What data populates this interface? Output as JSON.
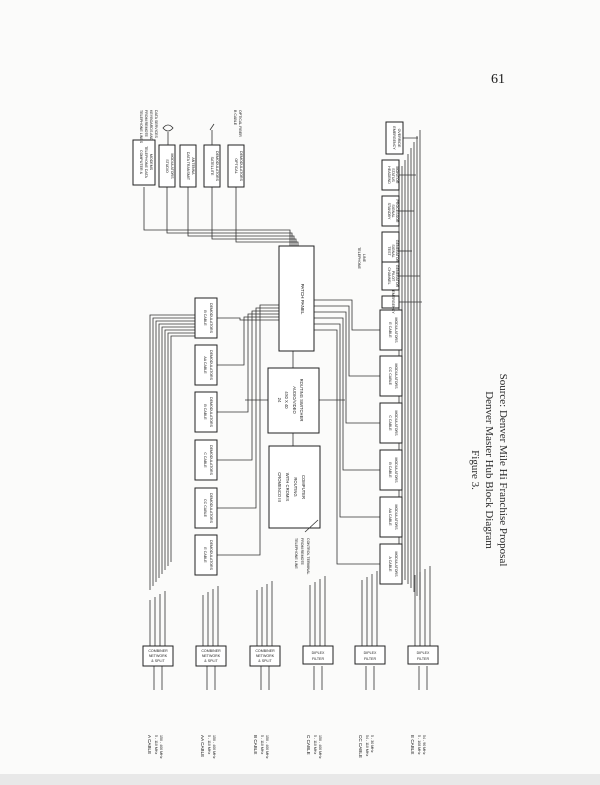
{
  "page_number": "61",
  "caption": {
    "line1": "Figure 3.",
    "line2": "Denver Master Hub Block Diagram",
    "line3": "Source: Denver Mile Hi Franchise Proposal"
  },
  "patch_panel": "PATCH PANEL",
  "routing_switcher": [
    "24",
    "4X0 X 40",
    "AUDIO/VIDEO",
    "ROUTING SWITCHER"
  ],
  "computer": [
    "CROMENCO III",
    "WITH CROMIX",
    "ROUTING",
    "COMPUTER"
  ],
  "remote_terminal": [
    "TELEPHONE LINE",
    "FROM REMOTE",
    "CONTROL TERMINAL"
  ],
  "top_inputs": [
    {
      "text": [
        "COMPUTER &",
        "TELEPHONE DATA",
        "MODEMS"
      ]
    },
    {
      "text": [
        "STUDIO",
        "MODULATORS"
      ]
    },
    {
      "text": [
        "DATA TRANSMIT",
        "ANTENNA"
      ]
    },
    {
      "text": [
        "SATELLITE",
        "DEMODULATORS"
      ]
    },
    {
      "text": [
        "OPTICAL",
        "DEMODULATORS"
      ]
    }
  ],
  "top_labels": [
    {
      "text": [
        "TELEPHONE LINES",
        "FROM REMOTE",
        "KEYBOARDS AND",
        "DATA SERVICES"
      ]
    },
    {
      "text": [
        "B CABLE",
        "OPTICAL FIBER"
      ]
    }
  ],
  "demodulators": [
    {
      "text": [
        "B CABLE",
        "DEMODULATORS"
      ]
    },
    {
      "text": [
        "AA CABLE",
        "DEMODULATORS"
      ]
    },
    {
      "text": [
        "B CABLE",
        "DEMODULATORS"
      ]
    },
    {
      "text": [
        "C CABLE",
        "DEMODULATORS"
      ]
    },
    {
      "text": [
        "CC CABLE",
        "DEMODULATORS"
      ]
    },
    {
      "text": [
        "E CABLE",
        "DEMODULATORS"
      ]
    }
  ],
  "modulators": [
    {
      "text": [
        "E CABLE",
        "MODULATORS"
      ]
    },
    {
      "text": [
        "CC CABLE",
        "MODULATORS"
      ]
    },
    {
      "text": [
        "C CABLE",
        "MODULATORS"
      ]
    },
    {
      "text": [
        "B CABLE",
        "MODULATORS"
      ]
    },
    {
      "text": [
        "AA CABLE",
        "MODULATORS"
      ]
    },
    {
      "text": [
        "A CABLE",
        "MODULATORS"
      ]
    }
  ],
  "right_column": [
    {
      "text": [
        "TEST",
        "SIGNAL",
        "GENERATOR"
      ]
    },
    {
      "text": [
        "STANDBY",
        "SIGNAL",
        "PROCESSOR"
      ]
    },
    {
      "text": [
        "HEADEND",
        "STATUS",
        "MONITOR"
      ]
    },
    {
      "text": [
        "EMERGENCY",
        "OVERRIDE"
      ]
    },
    {
      "text": [
        "CHANNEL",
        "PILOT",
        "GENERATOR"
      ]
    },
    {
      "text": [
        "EMERGENCY",
        "ALERT",
        "SYSTEM"
      ]
    }
  ],
  "telephone_label": [
    "TELEPHONE",
    "LINE"
  ],
  "combiners": [
    {
      "text": [
        "COMBINER",
        "NETWORK",
        "& SPLIT"
      ]
    },
    {
      "text": [
        "COMBINER",
        "NETWORK",
        "& SPLIT"
      ]
    },
    {
      "text": [
        "COMBINER",
        "NETWORK",
        "& SPLIT"
      ]
    },
    {
      "text": [
        "DIPLEX",
        "FILTER"
      ]
    },
    {
      "text": [
        "DIPLEX",
        "FILTER"
      ]
    },
    {
      "text": [
        "DIPLEX",
        "FILTER"
      ]
    }
  ],
  "cables": [
    {
      "name": "A CABLE",
      "f1": "5 - 110 MHz",
      "f2": "150 - 400 MHz"
    },
    {
      "name": "AA CABLE",
      "f1": "5 - 110 MHz",
      "f2": "150 - 400 MHz"
    },
    {
      "name": "B CABLE",
      "f1": "5 - 110 MHz",
      "f2": "150 - 400 MHz"
    },
    {
      "name": "C CABLE",
      "f1": "5 - 110 MHz",
      "f2": "150 - 400 MHz"
    },
    {
      "name": "CC CABLE",
      "f1": "54 - 110 MHz",
      "f2": "5 - 30 MHz"
    },
    {
      "name": "E CABLE",
      "f1": "5 - 108 MHz",
      "f2": "54 - 90 MHz"
    }
  ]
}
